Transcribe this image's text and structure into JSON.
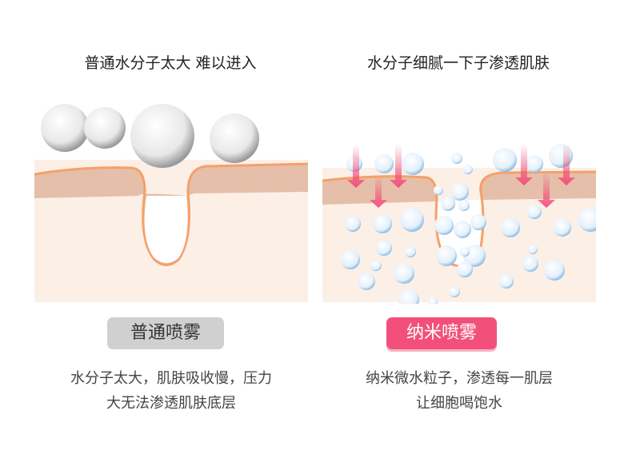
{
  "left": {
    "title": "普通水分子太大 难以进入",
    "badge": "普通喷雾",
    "desc_line1": "水分子太大，肌肤吸收慢，压力",
    "desc_line2": "大无法渗透肌肤底层"
  },
  "right": {
    "title": "水分子细腻一下子渗透肌肤",
    "badge": "纳米喷雾",
    "desc_line1": "纳米微水粒子，渗透每一肌层",
    "desc_line2": "让细胞喝饱水"
  },
  "colors": {
    "skin_top": "#e5bfa9",
    "skin_body": "#fcefe6",
    "outline": "#f5a06a",
    "accent": "#f2507a",
    "badge_gray": "#d0d0d0"
  }
}
